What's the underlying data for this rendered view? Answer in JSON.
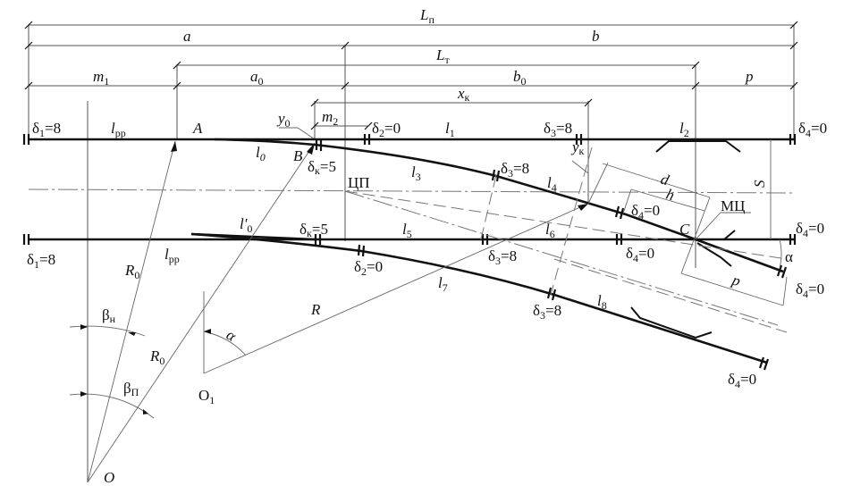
{
  "diagram": {
    "title": "Turnout layout scheme",
    "dimensions": {
      "L_p": {
        "main": "L",
        "sub": "п"
      },
      "a": {
        "main": "a"
      },
      "b": {
        "main": "b"
      },
      "L_t": {
        "main": "L",
        "sub": "т"
      },
      "m1": {
        "main": "m",
        "sub": "1"
      },
      "a0": {
        "main": "a",
        "sub": "0"
      },
      "b0": {
        "main": "b",
        "sub": "0"
      },
      "p_top": {
        "main": "p"
      },
      "xk": {
        "main": "x",
        "sub": "к"
      },
      "m2": {
        "main": "m",
        "sub": "2"
      },
      "y0": {
        "main": "y",
        "sub": "0"
      },
      "yk": {
        "main": "y",
        "sub": "к"
      },
      "d": {
        "main": "d"
      },
      "h": {
        "main": "h"
      },
      "S": {
        "main": "S"
      },
      "p_diag": {
        "main": "p"
      }
    },
    "points": {
      "A": "A",
      "B": "B",
      "C": "C",
      "O": "O",
      "O1": {
        "main": "O",
        "sub": "1"
      },
      "CP": "ЦП",
      "MC": "МЦ"
    },
    "rails": {
      "l_pp_top": {
        "main": "l",
        "sub": "рр"
      },
      "l_pp_bottom": {
        "main": "l",
        "sub": "рр"
      },
      "l0": {
        "main": "l",
        "sub": "0"
      },
      "l0_prime": {
        "main": "l'",
        "sub": "0"
      },
      "l1": {
        "main": "l",
        "sub": "1"
      },
      "l2": {
        "main": "l",
        "sub": "2"
      },
      "l3": {
        "main": "l",
        "sub": "3"
      },
      "l4": {
        "main": "l",
        "sub": "4"
      },
      "l5": {
        "main": "l",
        "sub": "5"
      },
      "l6": {
        "main": "l",
        "sub": "6"
      },
      "l7": {
        "main": "l",
        "sub": "7"
      },
      "l8": {
        "main": "l",
        "sub": "8"
      }
    },
    "joints": {
      "d1_top": {
        "main": "δ",
        "sub": "1",
        "val": "=8"
      },
      "d1_bottom": {
        "main": "δ",
        "sub": "1",
        "val": "=8"
      },
      "dk_top": {
        "main": "δ",
        "sub": "к",
        "val": "=5"
      },
      "dk_bottom": {
        "main": "δ",
        "sub": "к",
        "val": "=5"
      },
      "d2_top": {
        "main": "δ",
        "sub": "2",
        "val": "=0"
      },
      "d2_bottom": {
        "main": "δ",
        "sub": "2",
        "val": "=0"
      },
      "d3_top": {
        "main": "δ",
        "sub": "3",
        "val": "=8"
      },
      "d3_mid": {
        "main": "δ",
        "sub": "3",
        "val": "=8"
      },
      "d3_lower": {
        "main": "δ",
        "sub": "3",
        "val": "=8"
      },
      "d3_bottom": {
        "main": "δ",
        "sub": "3",
        "val": "=8"
      },
      "d4_top": {
        "main": "δ",
        "sub": "4",
        "val": "=0"
      },
      "d4_mid": {
        "main": "δ",
        "sub": "4",
        "val": "=0"
      },
      "d4_lower": {
        "main": "δ",
        "sub": "4",
        "val": "=0"
      },
      "d4_right": {
        "main": "δ",
        "sub": "4",
        "val": "=0"
      },
      "d4_diag": {
        "main": "δ",
        "sub": "4",
        "val": "=0"
      },
      "d4_end": {
        "main": "δ",
        "sub": "4",
        "val": "=0"
      }
    },
    "radii": {
      "R0_a": {
        "main": "R",
        "sub": "0"
      },
      "R0_b": {
        "main": "R",
        "sub": "0"
      },
      "R": {
        "main": "R"
      }
    },
    "angles": {
      "beta_n": {
        "main": "β",
        "sub": "н"
      },
      "beta_p": {
        "main": "β",
        "sub": "П"
      },
      "alpha_o1": "α",
      "alpha_frog": "α"
    }
  }
}
